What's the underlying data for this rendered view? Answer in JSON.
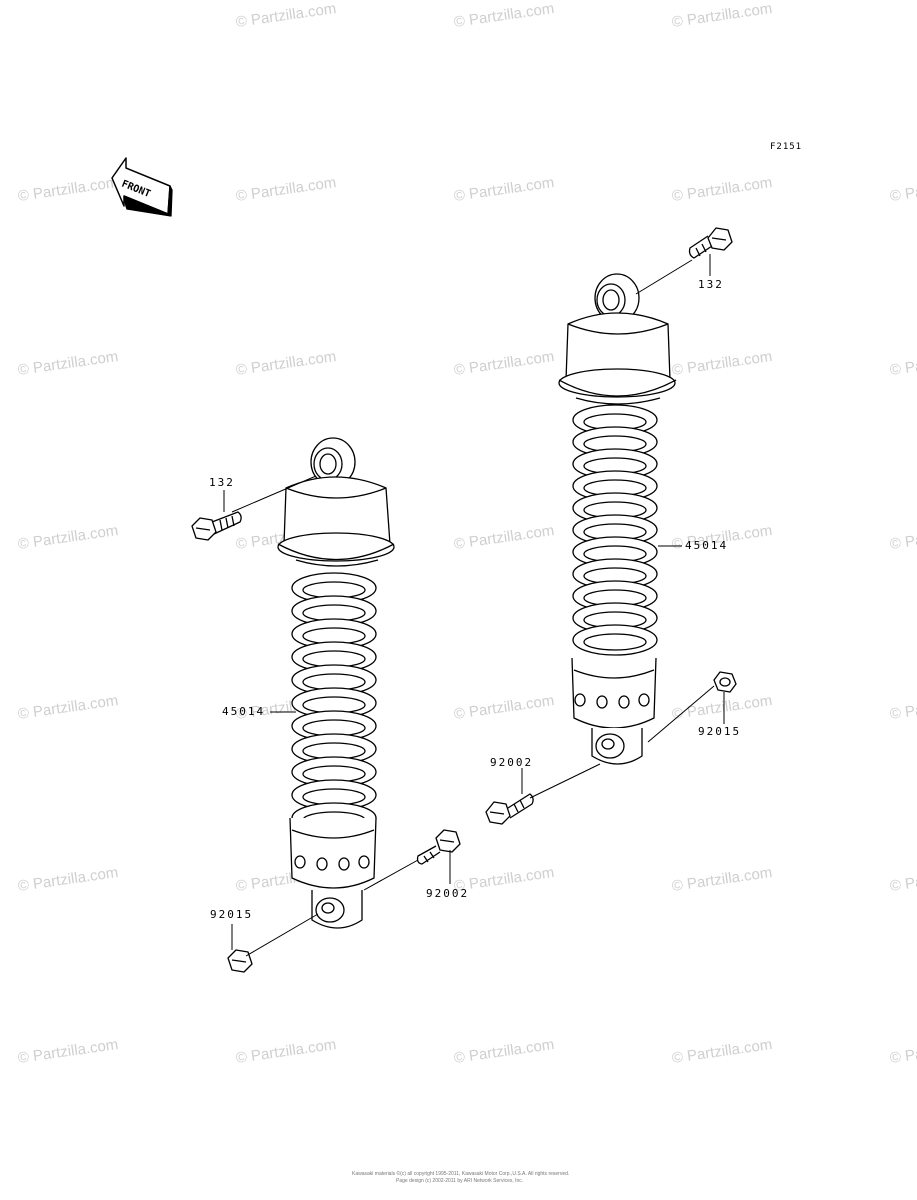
{
  "diagram": {
    "code": "F2151",
    "front_label": "FRONT",
    "parts": {
      "left_shock": "45014",
      "right_shock": "45014",
      "left_top_bolt": "132",
      "right_top_bolt": "132",
      "left_bottom_bolt": "92002",
      "right_bottom_bolt": "92002",
      "left_nut": "92015",
      "right_nut": "92015"
    }
  },
  "watermark": "© Partzilla.com",
  "copyright_lines": [
    "Kawasaki materials ©(c) all copyright 1995-2011, Kawasaki Motor Corp.,U.S.A. All rights reserved.",
    "Page design (c) 2002-2011 by ARI Network Services, Inc."
  ]
}
